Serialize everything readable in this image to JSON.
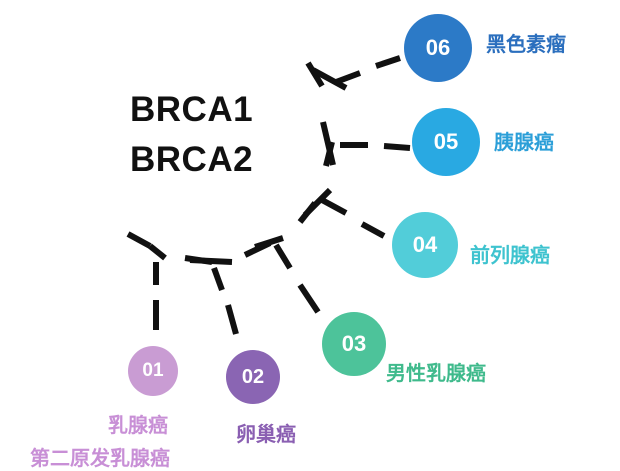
{
  "title": {
    "line1": "BRCA1",
    "line2": "BRCA2"
  },
  "nodes": [
    {
      "number": "01",
      "label": "乳腺癌",
      "label2": "第二原发乳腺癌",
      "color": "#c99cd3",
      "text_color": "#c88fd6"
    },
    {
      "number": "02",
      "label": "卵巢癌",
      "color": "#8a65b3",
      "text_color": "#8a5fb2"
    },
    {
      "number": "03",
      "label": "男性乳腺癌",
      "color": "#4dc39a",
      "text_color": "#3fba8c"
    },
    {
      "number": "04",
      "label": "前列腺癌",
      "color": "#52cdd9",
      "text_color": "#3ec3cf"
    },
    {
      "number": "05",
      "label": "胰腺癌",
      "color": "#29a9e2",
      "text_color": "#2c9fd8"
    },
    {
      "number": "06",
      "label": "黑色素瘤",
      "color": "#2c7ac7",
      "text_color": "#2b6fbe"
    }
  ],
  "line_color": "#111111"
}
